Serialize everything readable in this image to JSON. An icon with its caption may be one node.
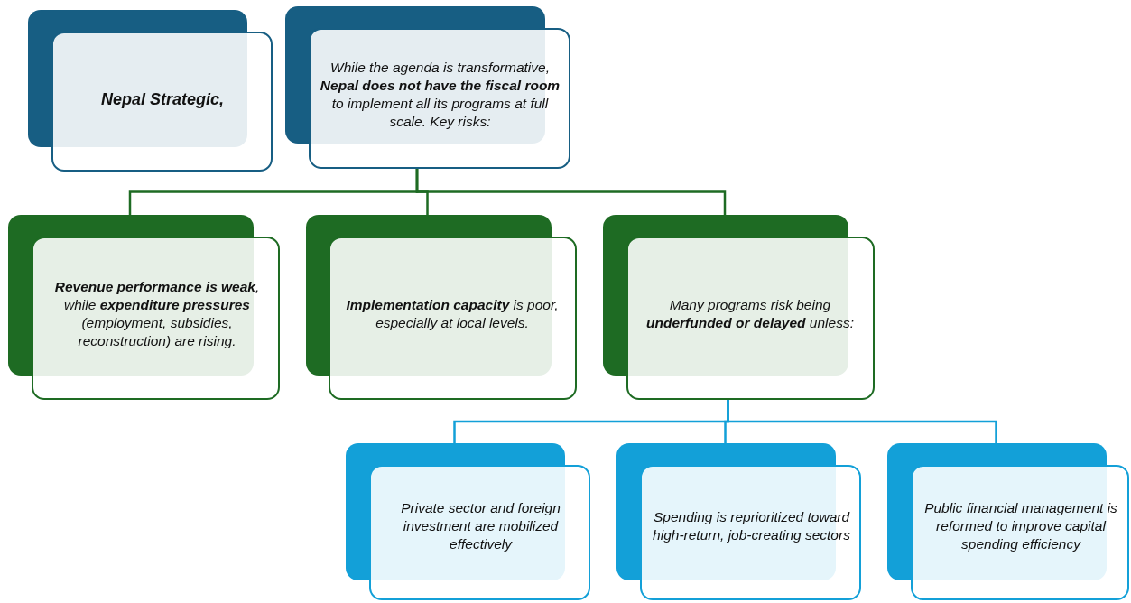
{
  "diagram": {
    "nodes": [
      {
        "text": [
          "Nepal Strategic,"
        ]
      },
      {
        "text": [
          "While the agenda is transformative, **Nepal does not have the fiscal room** to implement all its programs at full scale. Key risks:"
        ]
      },
      {
        "text": [
          "**Revenue performance is weak**, while **expenditure pressures** (employment, subsidies, reconstruction) are rising."
        ]
      },
      {
        "text": [
          "**Implementation capacity** is poor, especially at local levels."
        ]
      },
      {
        "text": [
          "Many programs risk being **underfunded or delayed** unless:"
        ]
      },
      {
        "text": [
          "Private sector and foreign investment are mobilized effectively"
        ]
      },
      {
        "text": [
          "Spending is reprioritized toward high-return, job-creating sectors"
        ]
      },
      {
        "text": [
          "Public financial management is reformed to improve capital spending efficiency"
        ]
      }
    ],
    "edges": [
      {
        "from": 1,
        "to": 2,
        "arrow": "none"
      },
      {
        "from": 1,
        "to": 3,
        "arrow": "none"
      },
      {
        "from": 1,
        "to": 4,
        "arrow": "none"
      },
      {
        "from": 4,
        "to": 5,
        "arrow": "none",
        "color": "#13a0d8"
      },
      {
        "from": 4,
        "to": 6,
        "arrow": "none",
        "color": "#13a0d8"
      },
      {
        "from": 4,
        "to": 7,
        "arrow": "none",
        "color": "#13a0d8"
      }
    ]
  }
}
